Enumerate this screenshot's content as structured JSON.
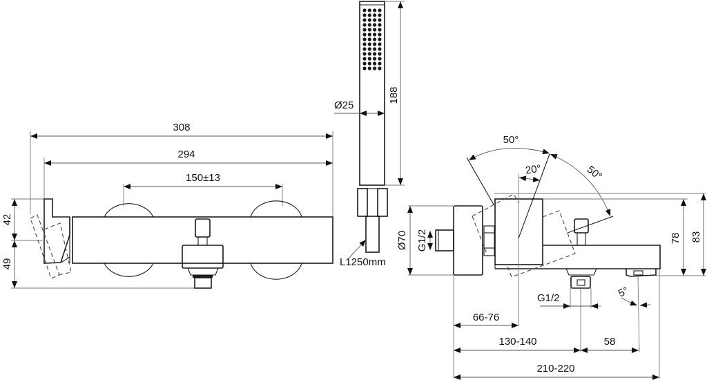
{
  "drawing": {
    "subject": "Wall-mounted bath/shower mixer with hand shower - dimensional drawing",
    "units": "mm",
    "front_view": {
      "overall_width": "308",
      "body_width": "294",
      "connection_centres": "150±13",
      "height_above_axis": "42",
      "height_below_axis": "49"
    },
    "hand_shower": {
      "length": "188",
      "diameter": "Ø25",
      "hose_length": "L1250mm"
    },
    "side_view": {
      "rosette_diameter": "Ø70",
      "inlet_thread": "G1/2",
      "outlet_thread": "G1/2",
      "lever_rotation_left": "50°",
      "lever_rotation_right": "50°",
      "lever_tilt": "20°",
      "spout_angle": "5°",
      "height_to_spout": "78",
      "overall_height": "83",
      "wall_to_lever_axis": "66-76",
      "wall_to_outlet_axis": "130-140",
      "outlet_to_spout": "58",
      "overall_projection": "210-220"
    }
  }
}
